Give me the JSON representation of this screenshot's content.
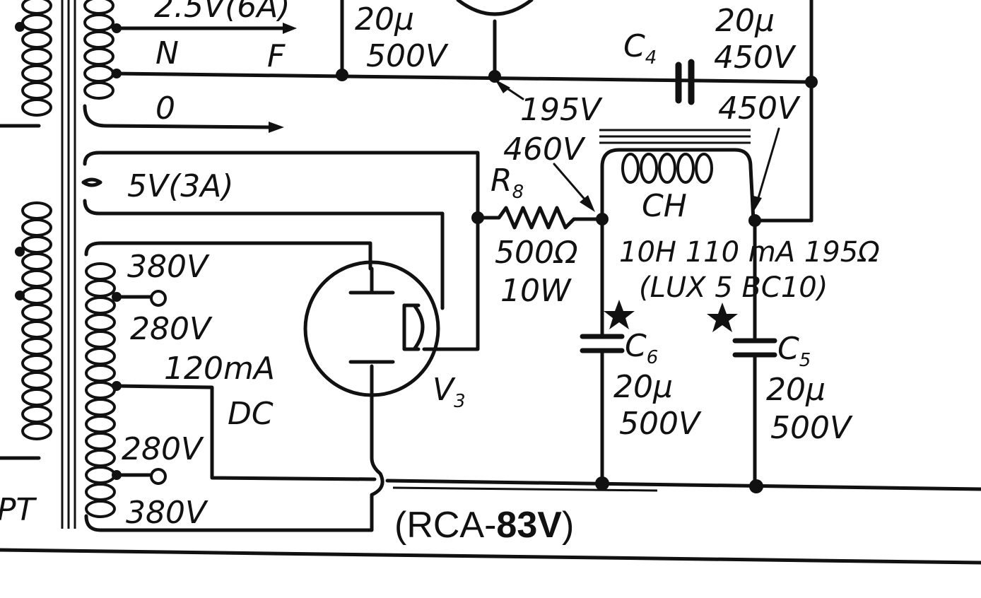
{
  "labels": {
    "top_left_voltage": "2.5V(6A)",
    "tap_n": "N",
    "tap_f": "F",
    "tap_0": "0",
    "rect_heater": "5V(3A)",
    "hv_380_top": "380V",
    "hv_280_top": "280V",
    "hv_current": "120mA",
    "hv_dc": "DC",
    "hv_280_bot": "280V",
    "hv_380_bot": "380V",
    "pt": "PT",
    "cap_top_left_val": "20μ",
    "cap_top_left_v": "500V",
    "c4_name": "C",
    "c4_sub": "4",
    "c4_val": "20μ",
    "c4_v": "450V",
    "v_195": "195V",
    "v_460": "460V",
    "v_450": "450V",
    "r8_name": "R",
    "r8_sub": "8",
    "r8_ohm": "500Ω",
    "r8_w": "10W",
    "ch_name": "CH",
    "ch_spec": "10H 110 mA 195Ω",
    "ch_model": "(LUX 5 BC10)",
    "v3_name": "V",
    "v3_sub": "3",
    "c6_name": "C",
    "c6_sub": "6",
    "c6_val": "20μ",
    "c6_v": "500V",
    "c5_name": "C",
    "c5_sub": "5",
    "c5_val": "20μ",
    "c5_v": "500V",
    "tube_model_prefix": "(RCA-",
    "tube_model_bold": "83V",
    "tube_model_suffix": ")"
  }
}
